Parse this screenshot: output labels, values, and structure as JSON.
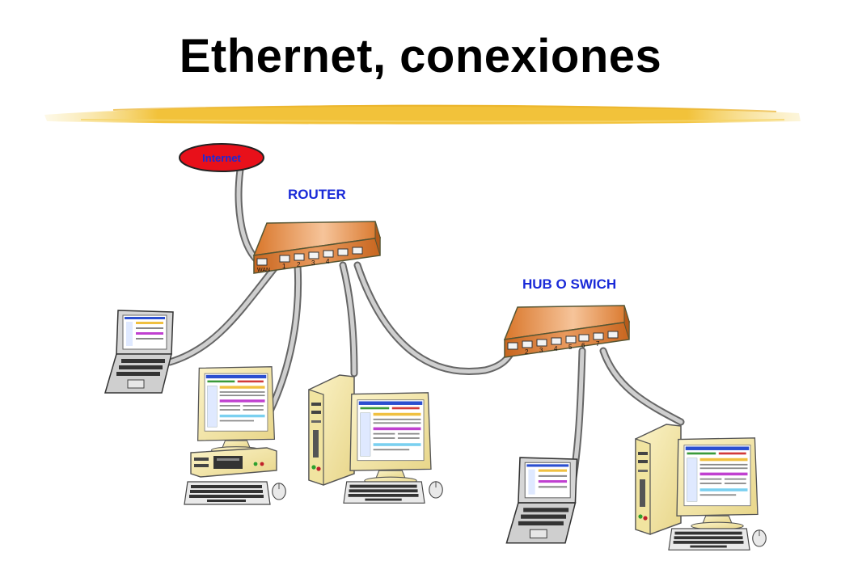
{
  "slide": {
    "title": "Ethernet, conexiones"
  },
  "diagram": {
    "internet_label": "Internet",
    "router_label": "ROUTER",
    "router_wan_label": "WAN",
    "router_ports": [
      "1",
      "2",
      "3",
      "4"
    ],
    "switch_label": "HUB O SWICH",
    "switch_ports": [
      "2",
      "3",
      "4",
      "5",
      "6",
      "7"
    ]
  },
  "colors": {
    "title_underline": "#f2c23a",
    "device_orange": "#e8873a",
    "label_blue": "#1a2ad8",
    "internet_fill": "#e8101a",
    "cable_gray": "#9a9a9a",
    "screen_beige": "#f4e7a8"
  }
}
